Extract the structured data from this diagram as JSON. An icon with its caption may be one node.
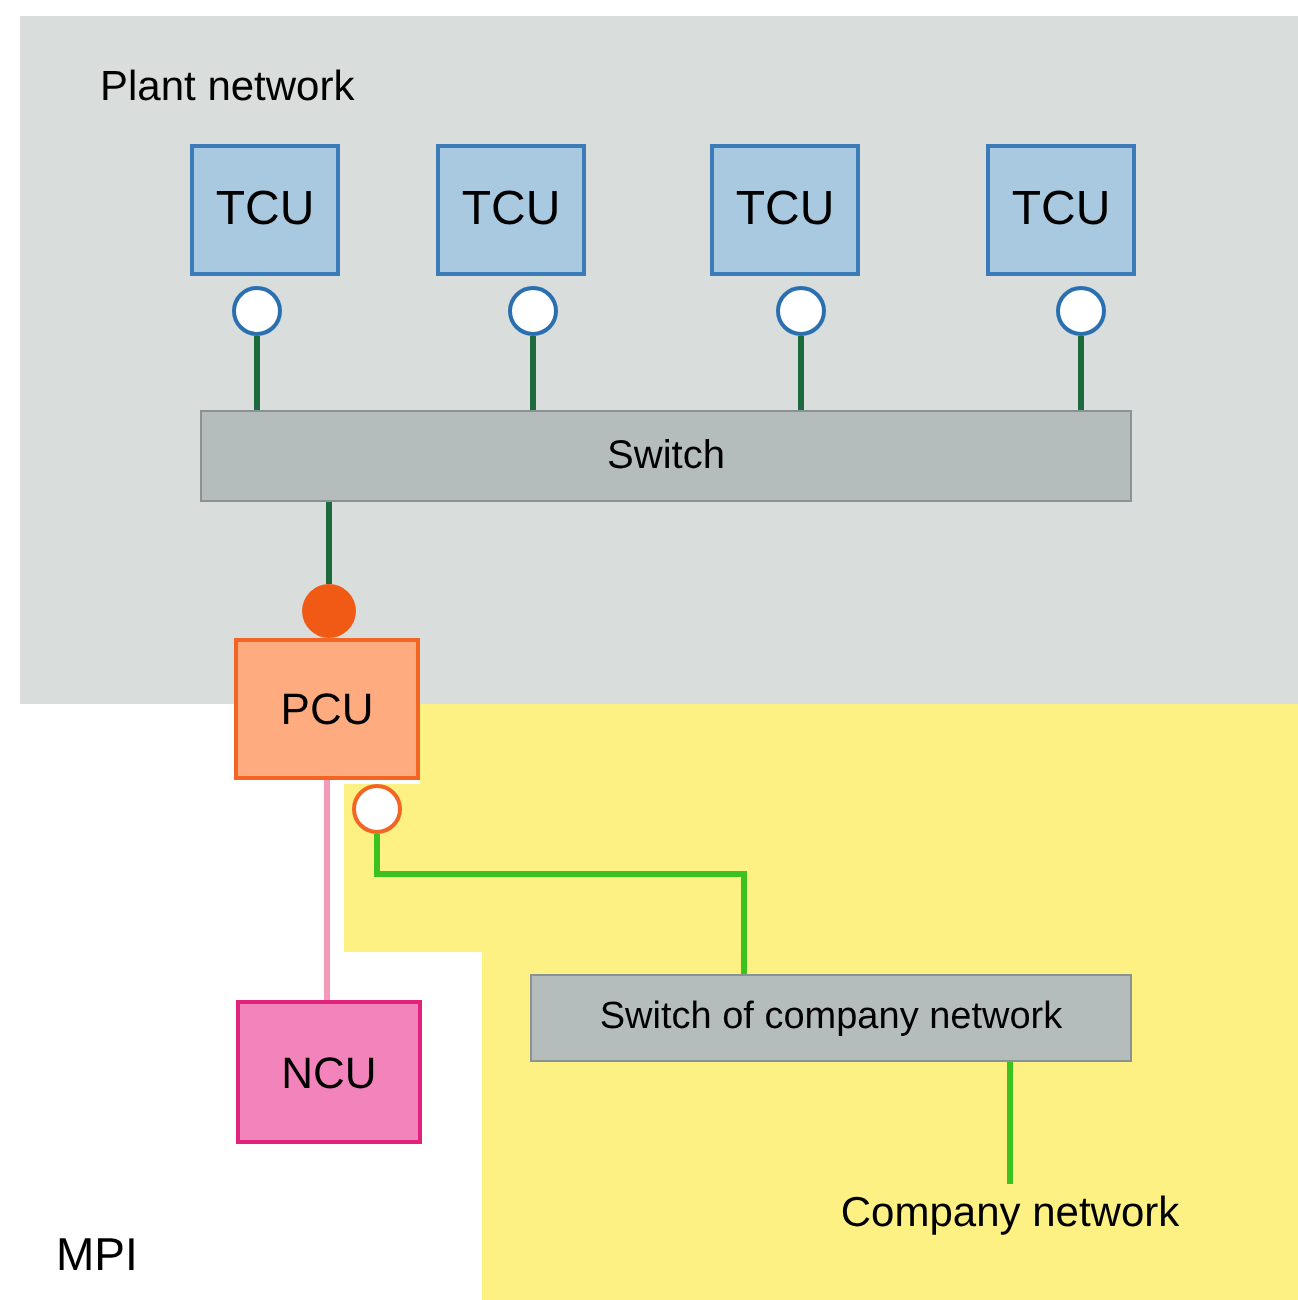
{
  "diagram": {
    "nodes": [
      {
        "text": [
          "Plant network"
        ]
      },
      {
        "text": [
          "TCU"
        ],
        "in": 0
      },
      {
        "text": [
          "TCU"
        ],
        "in": 0
      },
      {
        "text": [
          "TCU"
        ],
        "in": 0
      },
      {
        "text": [
          "TCU"
        ],
        "in": 0
      },
      {
        "text": [],
        "shape": "circle",
        "in": 0
      },
      {
        "text": [],
        "shape": "circle",
        "in": 0
      },
      {
        "text": [],
        "shape": "circle",
        "in": 0
      },
      {
        "text": [],
        "shape": "circle",
        "in": 0
      },
      {
        "text": [
          "Switch"
        ],
        "in": 0
      },
      {
        "text": [],
        "shape": "circle",
        "in": 0
      },
      {
        "text": [
          "PCU"
        ]
      },
      {
        "text": [],
        "shape": "circle"
      },
      {
        "text": [
          "NCU"
        ]
      },
      {
        "text": [
          "Switch of company network"
        ]
      },
      {
        "text": [
          "Company network"
        ]
      }
    ],
    "edges": [
      {
        "from": 5,
        "to": 9,
        "arrow": "none"
      },
      {
        "from": 6,
        "to": 9,
        "arrow": "none"
      },
      {
        "from": 7,
        "to": 9,
        "arrow": "none"
      },
      {
        "from": 8,
        "to": 9,
        "arrow": "none"
      },
      {
        "from": 9,
        "to": 10,
        "arrow": "none"
      },
      {
        "from": 11,
        "to": 13,
        "arrow": "none",
        "color": "#f49ab8"
      },
      {
        "from": 12,
        "to": 14,
        "arrow": "none",
        "color": "#3cc21e"
      },
      {
        "from": 14,
        "to": 15,
        "arrow": "none",
        "color": "#3cc21e"
      }
    ],
    "labels": [
      "MPI"
    ]
  }
}
